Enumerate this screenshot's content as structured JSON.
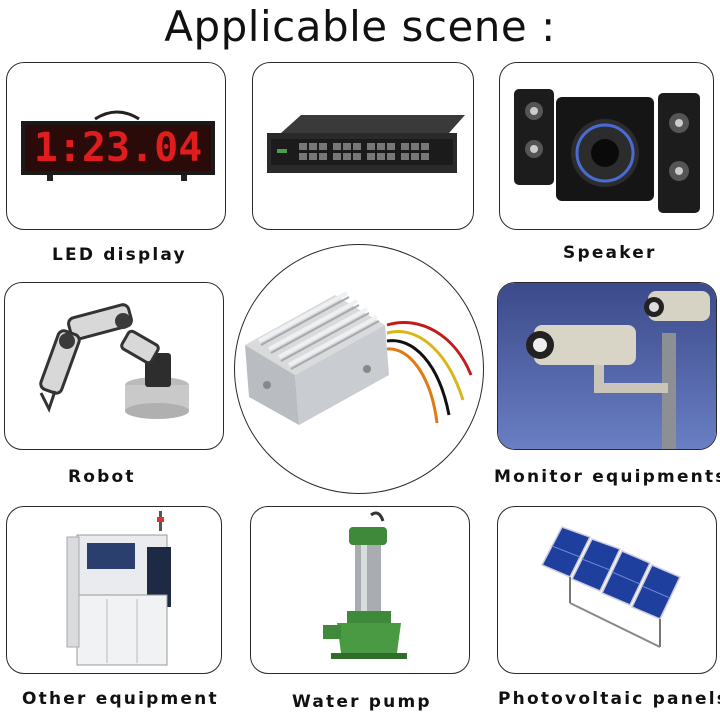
{
  "title": "Applicable scene :",
  "scenes": [
    {
      "label": "LED display",
      "icon": "led-display-icon"
    },
    {
      "label": "",
      "icon": "network-switch-icon"
    },
    {
      "label": "Speaker",
      "icon": "speaker-icon"
    },
    {
      "label": "Robot",
      "icon": "robot-arm-icon"
    },
    {
      "label": "Monitor equipments",
      "icon": "security-camera-icon"
    },
    {
      "label": "Other equipment",
      "icon": "industrial-machine-icon"
    },
    {
      "label": "Water pump",
      "icon": "water-pump-icon"
    },
    {
      "label": "Photovoltaic panels",
      "icon": "solar-panel-icon"
    }
  ],
  "center_product": {
    "icon": "dc-converter-icon"
  },
  "led_display_text": "1:23.04",
  "colors": {
    "led": "#d41a1a",
    "border": "#2a2a2a",
    "pump_green": "#3f8a3a",
    "panel_blue": "#1f3f9e"
  }
}
